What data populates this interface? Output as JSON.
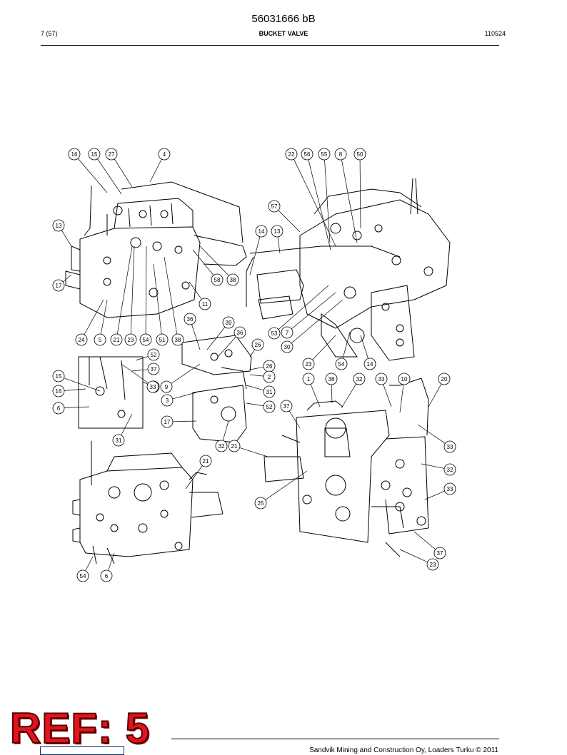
{
  "header": {
    "doc_number": "56031666 bB",
    "page": "7 (57)",
    "title": "BUCKET VALVE",
    "date_code": "110524"
  },
  "drawing": {
    "callouts": [
      "16",
      "15",
      "27",
      "4",
      "22",
      "56",
      "55",
      "8",
      "50",
      "57",
      "13",
      "14",
      "13",
      "17",
      "58",
      "38",
      "11",
      "24",
      "5",
      "21",
      "23",
      "54",
      "51",
      "38",
      "36",
      "39",
      "36",
      "26",
      "53",
      "7",
      "30",
      "23",
      "54",
      "14",
      "15",
      "16",
      "6",
      "26",
      "9",
      "26",
      "2",
      "31",
      "3",
      "52",
      "17",
      "31",
      "32",
      "21",
      "21",
      "25",
      "1",
      "38",
      "32",
      "33",
      "10",
      "20",
      "37",
      "33",
      "32",
      "33",
      "37",
      "23",
      "54",
      "6",
      "52",
      "37",
      "33"
    ]
  },
  "ref_stamp": "REF: 5",
  "footer": {
    "copyright": "Sandvik Mining and Construction Oy, Loaders Turku © 2011"
  }
}
